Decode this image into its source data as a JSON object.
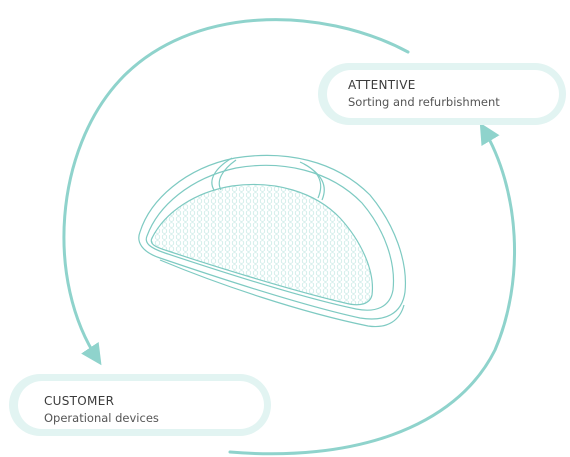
{
  "stages": [
    {
      "title": "ATTENTIVE",
      "subtitle": "Sorting and refurbishment"
    },
    {
      "title": "CUSTOMER",
      "subtitle": "Operational devices"
    }
  ],
  "colors": {
    "cycle_stroke": "#8fd3cc",
    "pill_outer": "#e2f4f2",
    "pill_inner": "#ffffff",
    "mouse_stroke": "#7ecac2",
    "mouse_pattern": "#bfe6e1"
  },
  "icons": {
    "device": "computer-mouse-icon"
  }
}
